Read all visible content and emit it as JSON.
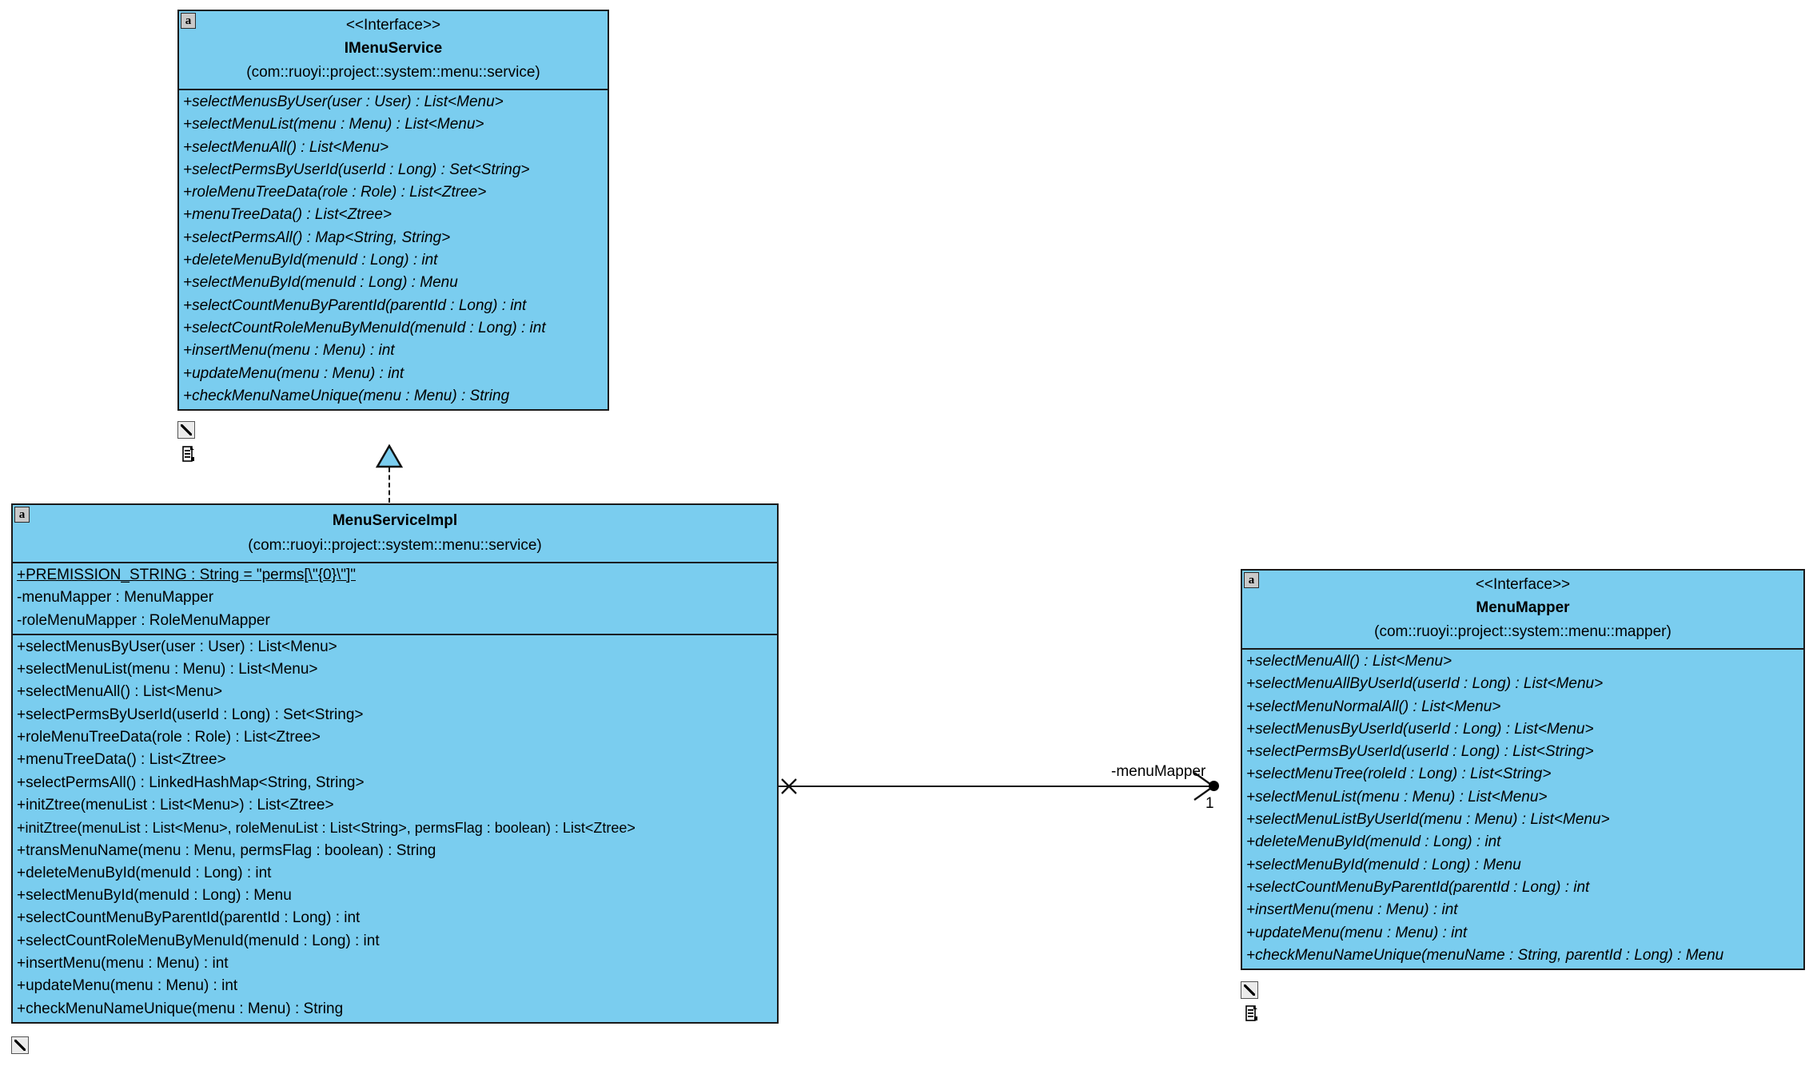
{
  "diagram": {
    "type": "uml-class-diagram",
    "background_color": "#ffffff",
    "class_fill_color": "#7ACDEF",
    "border_color": "#1a1a1a",
    "corner_badge_label": "a"
  },
  "classes": [
    {
      "id": "imenuservice",
      "stereotype": "<<Interface>>",
      "name": "IMenuService",
      "package": "(com::ruoyi::project::system::menu::service)",
      "attributes": [],
      "operations": [
        "+selectMenusByUser(user : User) : List<Menu>",
        "+selectMenuList(menu : Menu) : List<Menu>",
        "+selectMenuAll() : List<Menu>",
        "+selectPermsByUserId(userId : Long) : Set<String>",
        "+roleMenuTreeData(role : Role) : List<Ztree>",
        "+menuTreeData() : List<Ztree>",
        "+selectPermsAll() : Map<String, String>",
        "+deleteMenuById(menuId : Long) : int",
        "+selectMenuById(menuId : Long) : Menu",
        "+selectCountMenuByParentId(parentId : Long) : int",
        "+selectCountRoleMenuByMenuId(menuId : Long) : int",
        "+insertMenu(menu : Menu) : int",
        "+updateMenu(menu : Menu) : int",
        "+checkMenuNameUnique(menu : Menu) : String"
      ]
    },
    {
      "id": "menuserviceimpl",
      "stereotype": "",
      "name": "MenuServiceImpl",
      "package": "(com::ruoyi::project::system::menu::service)",
      "attributes": [
        "+PREMISSION_STRING : String = \"perms[\\\"{0}\\\"]\"",
        "-menuMapper : MenuMapper",
        "-roleMenuMapper : RoleMenuMapper"
      ],
      "operations": [
        "+selectMenusByUser(user : User) : List<Menu>",
        "+selectMenuList(menu : Menu) : List<Menu>",
        "+selectMenuAll() : List<Menu>",
        "+selectPermsByUserId(userId : Long) : Set<String>",
        "+roleMenuTreeData(role : Role) : List<Ztree>",
        "+menuTreeData() : List<Ztree>",
        "+selectPermsAll() : LinkedHashMap<String, String>",
        "+initZtree(menuList : List<Menu>) : List<Ztree>",
        "+initZtree(menuList : List<Menu>, roleMenuList : List<String>, permsFlag : boolean) : List<Ztree>",
        "+transMenuName(menu : Menu, permsFlag : boolean) : String",
        "+deleteMenuById(menuId : Long) : int",
        "+selectMenuById(menuId : Long) : Menu",
        "+selectCountMenuByParentId(parentId : Long) : int",
        "+selectCountRoleMenuByMenuId(menuId : Long) : int",
        "+insertMenu(menu : Menu) : int",
        "+updateMenu(menu : Menu) : int",
        "+checkMenuNameUnique(menu : Menu) : String"
      ]
    },
    {
      "id": "menumapper",
      "stereotype": "<<Interface>>",
      "name": "MenuMapper",
      "package": "(com::ruoyi::project::system::menu::mapper)",
      "attributes": [],
      "operations": [
        "+selectMenuAll() : List<Menu>",
        "+selectMenuAllByUserId(userId : Long) : List<Menu>",
        "+selectMenuNormalAll() : List<Menu>",
        "+selectMenusByUserId(userId : Long) : List<Menu>",
        "+selectPermsByUserId(userId : Long) : List<String>",
        "+selectMenuTree(roleId : Long) : List<String>",
        "+selectMenuList(menu : Menu) : List<Menu>",
        "+selectMenuListByUserId(menu : Menu) : List<Menu>",
        "+deleteMenuById(menuId : Long) : int",
        "+selectMenuById(menuId : Long) : Menu",
        "+selectCountMenuByParentId(parentId : Long) : int",
        "+insertMenu(menu : Menu) : int",
        "+updateMenu(menu : Menu) : int",
        "+checkMenuNameUnique(menuName : String, parentId : Long) : Menu"
      ]
    }
  ],
  "relationships": [
    {
      "id": "realization",
      "kind": "realization",
      "from": "MenuServiceImpl",
      "to": "IMenuService",
      "label": "",
      "multiplicity": ""
    },
    {
      "id": "association",
      "kind": "directed-association",
      "from": "MenuServiceImpl",
      "to": "MenuMapper",
      "label": "-menuMapper",
      "multiplicity": "1"
    }
  ]
}
